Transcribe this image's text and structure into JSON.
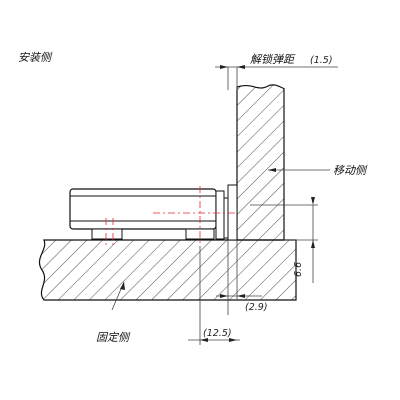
{
  "labels": {
    "install_side": "安装侧",
    "unlock_spring": "解锁弹距",
    "moving_side": "移动侧",
    "fixed_side": "固定侧"
  },
  "dimensions": {
    "unlock_spring": "(1.5)",
    "height": "6.6",
    "d29": "(2.9)",
    "d125": "(12.5)"
  },
  "colors": {
    "line": "#111111",
    "center_line": "#e8262d",
    "dim_line": "#444444"
  }
}
